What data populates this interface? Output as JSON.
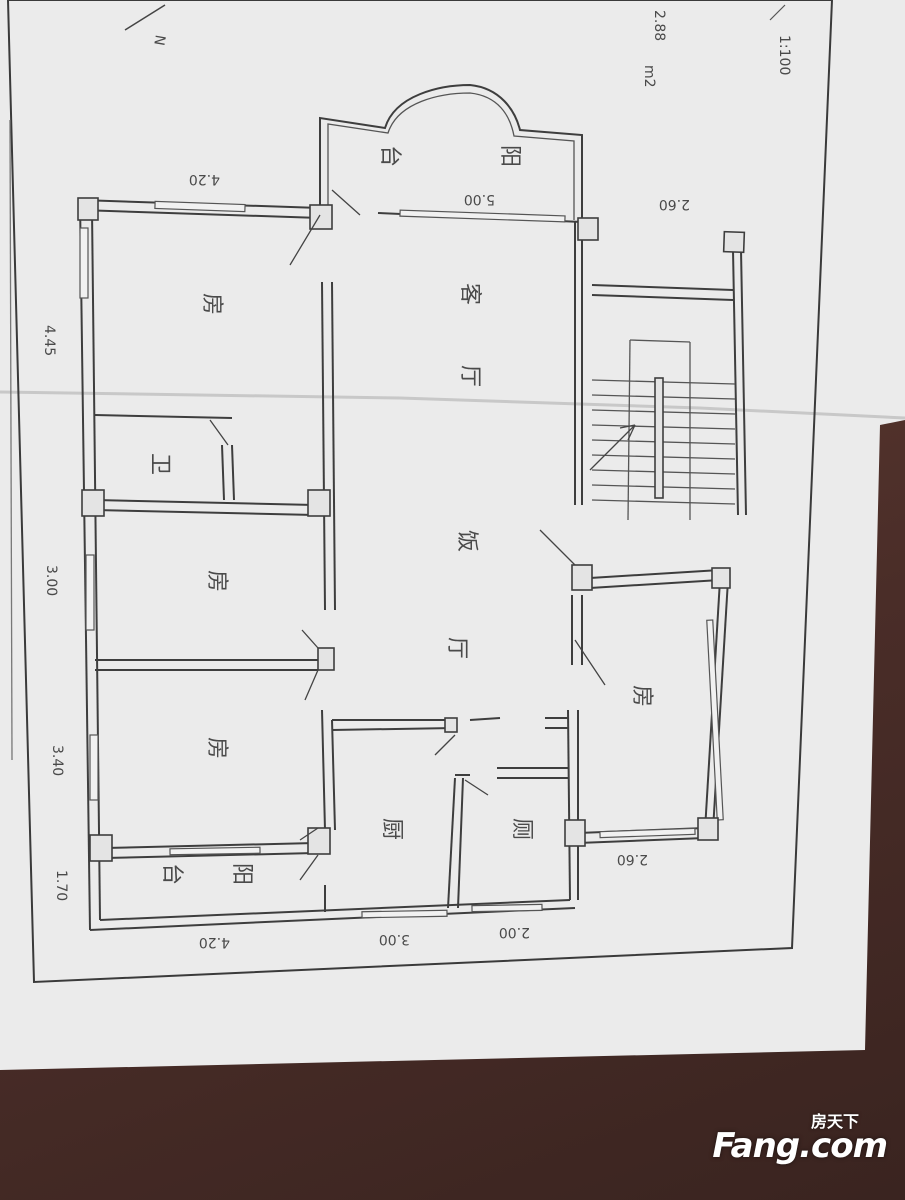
{
  "header": {
    "scale": "1:100",
    "area_value": "2.88",
    "area_unit": "m2",
    "north_mark": "N"
  },
  "rooms": {
    "balcony_top_1": "阳",
    "balcony_top_2": "台",
    "living_1": "客",
    "living_2": "厅",
    "bedroom_top": "房",
    "bath_small": "卫",
    "bedroom_mid": "房",
    "dining_1": "饭",
    "dining_2": "厅",
    "bedroom_right": "房",
    "bedroom_bottom": "房",
    "kitchen": "厨",
    "toilet": "厕",
    "balcony_bottom_1": "阳",
    "balcony_bottom_2": "台"
  },
  "dimensions": {
    "top_left": "4.20",
    "top_balcony": "5.00",
    "top_right": "2.60",
    "left_1": "4.45",
    "left_2": "3.00",
    "left_3": "3.40",
    "left_4": "1.70",
    "bottom_1": "4.20",
    "bottom_2": "3.00",
    "bottom_3": "2.00",
    "right_room": "2.60"
  },
  "watermark": {
    "chinese": "房天下",
    "english": "Fang.com"
  },
  "colors": {
    "paper": "#ebebeb",
    "ink": "#3e3e3e",
    "table": "#5a3a32"
  }
}
